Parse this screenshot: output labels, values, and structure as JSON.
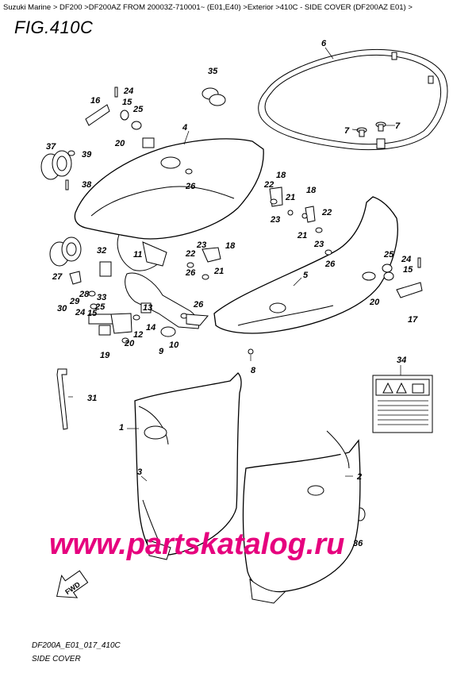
{
  "breadcrumb": "Suzuki Marine > DF200 >DF200AZ FROM 20003Z-710001~ (E01,E40) >Exterior >410C - SIDE COVER (DF200AZ E01) >",
  "figure_title": "FIG.410C",
  "footer": {
    "code": "DF200A_E01_017_410C",
    "name": "SIDE COVER"
  },
  "watermark": "www.partskatalog.ru",
  "fwd_label": "FWD",
  "callouts": {
    "c1": "1",
    "c2": "2",
    "c3": "3",
    "c4": "4",
    "c5": "5",
    "c6": "6",
    "c7a": "7",
    "c7b": "7",
    "c8": "8",
    "c9": "9",
    "c10": "10",
    "c11": "11",
    "c12": "12",
    "c13": "13",
    "c14": "14",
    "c15a": "15",
    "c15b": "15",
    "c15c": "15",
    "c16": "16",
    "c17": "17",
    "c18a": "18",
    "c18b": "18",
    "c18c": "18",
    "c19": "19",
    "c20a": "20",
    "c20b": "20",
    "c20c": "20",
    "c21a": "21",
    "c21b": "21",
    "c21c": "21",
    "c22a": "22",
    "c22b": "22",
    "c22c": "22",
    "c23a": "23",
    "c23b": "23",
    "c23c": "23",
    "c24a": "24",
    "c24b": "24",
    "c24c": "24",
    "c25a": "25",
    "c25b": "25",
    "c25c": "25",
    "c26a": "26",
    "c26b": "26",
    "c26c": "26",
    "c27": "27",
    "c28": "28",
    "c29": "29",
    "c30": "30",
    "c31": "31",
    "c32": "32",
    "c33": "33",
    "c34": "34",
    "c35": "35",
    "c36": "36",
    "c37": "37",
    "c38": "38",
    "c39": "39"
  },
  "colors": {
    "line": "#000000",
    "watermark": "#e6007e",
    "background": "#ffffff"
  }
}
